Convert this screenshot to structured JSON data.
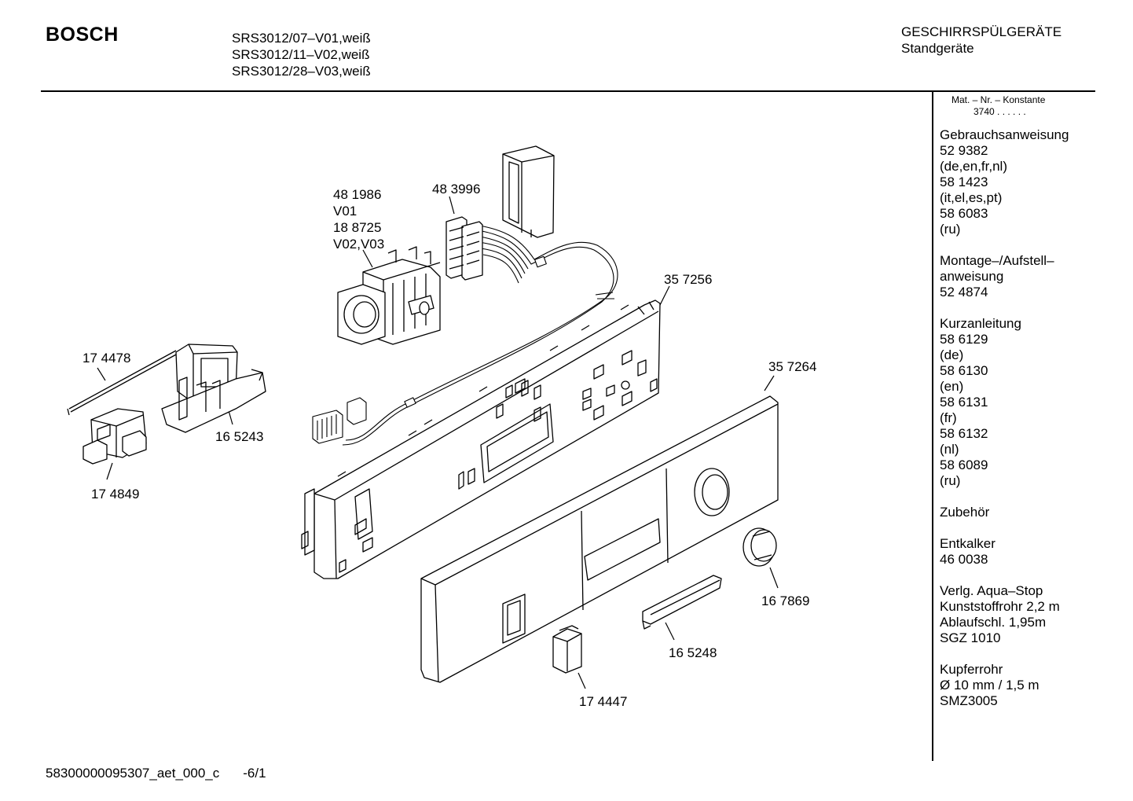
{
  "header": {
    "brand": "BOSCH",
    "models": [
      "SRS3012/07–V01,weiß",
      "SRS3012/11–V02,weiß",
      "SRS3012/28–V03,weiß"
    ],
    "category": "GESCHIRRSPÜLGERÄTE",
    "subcategory": "Standgeräte"
  },
  "sidebar": {
    "matnr_label": "Mat. – Nr. – Konstante",
    "matnr_value": "3740  .  .  .  .  .  .",
    "groups": [
      [
        "Gebrauchsanweisung",
        "52 9382",
        "(de,en,fr,nl)",
        "58 1423",
        "(it,el,es,pt)",
        "58 6083",
        "(ru)"
      ],
      [
        "Montage–/Aufstell–",
        "anweisung",
        "52 4874"
      ],
      [
        "Kurzanleitung",
        "58 6129",
        "(de)",
        "58 6130",
        "(en)",
        "58 6131",
        "(fr)",
        "58 6132",
        "(nl)",
        "58 6089",
        "(ru)"
      ],
      [
        "Zubehör"
      ],
      [
        "Entkalker",
        "46 0038"
      ],
      [
        "Verlg. Aqua–Stop",
        "Kunststoffrohr 2,2 m",
        "Ablaufschl. 1,95m",
        "SGZ 1010"
      ],
      [
        "Kupferrohr",
        "Ø 10 mm / 1,5 m",
        "SMZ3005"
      ]
    ]
  },
  "parts": {
    "timer": [
      "48 1986",
      "V01",
      "18 8725",
      "V02,V03"
    ],
    "connector": "48 3996",
    "panel_frame": "35 7256",
    "front_panel": "35 7264",
    "rod": "17 4478",
    "switch_housing": "16 5243",
    "switch": "17 4849",
    "knob": "16 7869",
    "handle_strip": "16 5248",
    "push_button": "17 4447"
  },
  "footer": {
    "doc_id": "58300000095307_aet_000_c",
    "page": "-6/1"
  }
}
